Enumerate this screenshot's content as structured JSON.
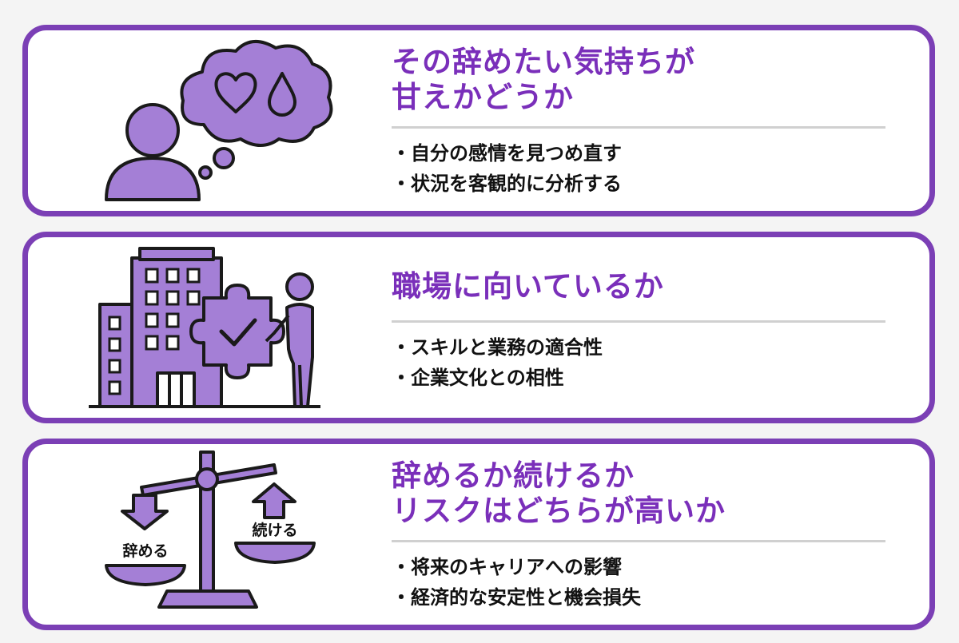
{
  "colors": {
    "accent": "#7b3fb5",
    "fill": "#a47fd6",
    "title": "#7a2fba",
    "stroke": "#1a1a1a"
  },
  "cards": [
    {
      "icon": "person-thought-bubble-heart-drop-icon",
      "title_lines": [
        "その辞めたい気持ちが",
        "甘えかどうか"
      ],
      "bullets": [
        "自分の感情を見つめ直す",
        "状況を客観的に分析する"
      ]
    },
    {
      "icon": "building-puzzle-person-icon",
      "title_lines": [
        "職場に向いているか"
      ],
      "bullets": [
        "スキルと業務の適合性",
        "企業文化との相性"
      ]
    },
    {
      "icon": "balance-scale-icon",
      "title_lines": [
        "辞めるか続けるか",
        "リスクはどちらが高いか"
      ],
      "bullets": [
        "将来のキャリアへの影響",
        "経済的な安定性と機会損失"
      ],
      "scale_left_label": "辞める",
      "scale_right_label": "続ける"
    }
  ]
}
